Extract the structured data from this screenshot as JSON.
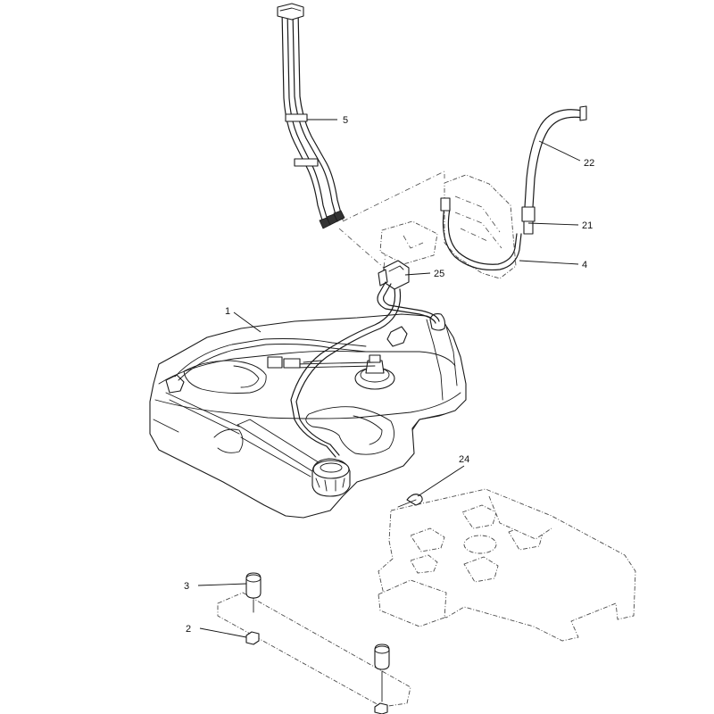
{
  "diagram": {
    "callouts": [
      {
        "id": "c1",
        "label": "1"
      },
      {
        "id": "c2",
        "label": "2"
      },
      {
        "id": "c3",
        "label": "3"
      },
      {
        "id": "c4",
        "label": "4"
      },
      {
        "id": "c5",
        "label": "5"
      },
      {
        "id": "c21",
        "label": "21"
      },
      {
        "id": "c22",
        "label": "22"
      },
      {
        "id": "c24",
        "label": "24"
      },
      {
        "id": "c25",
        "label": "25"
      }
    ]
  }
}
